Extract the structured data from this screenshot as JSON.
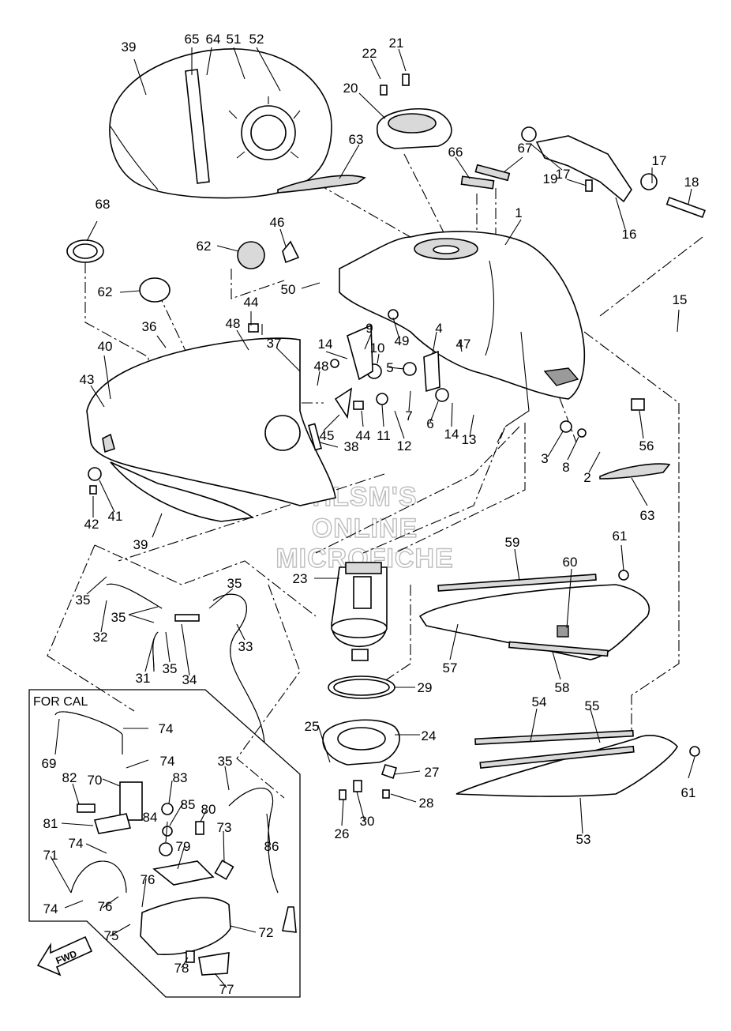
{
  "diagram": {
    "inset_label": "FOR CAL",
    "fwd_label": "FWD",
    "watermark": [
      "HLSM'S",
      "ONLINE",
      "MICROFICHE"
    ],
    "callouts": [
      {
        "num": "39"
      },
      {
        "num": "65"
      },
      {
        "num": "64"
      },
      {
        "num": "51"
      },
      {
        "num": "52"
      },
      {
        "num": "22"
      },
      {
        "num": "21"
      },
      {
        "num": "20"
      },
      {
        "num": "63"
      },
      {
        "num": "66"
      },
      {
        "num": "67"
      },
      {
        "num": "17"
      },
      {
        "num": "17"
      },
      {
        "num": "19"
      },
      {
        "num": "18"
      },
      {
        "num": "16"
      },
      {
        "num": "1"
      },
      {
        "num": "68"
      },
      {
        "num": "46"
      },
      {
        "num": "62"
      },
      {
        "num": "62"
      },
      {
        "num": "50"
      },
      {
        "num": "44"
      },
      {
        "num": "15"
      },
      {
        "num": "48"
      },
      {
        "num": "36"
      },
      {
        "num": "37"
      },
      {
        "num": "9"
      },
      {
        "num": "49"
      },
      {
        "num": "40"
      },
      {
        "num": "14"
      },
      {
        "num": "10"
      },
      {
        "num": "4"
      },
      {
        "num": "47"
      },
      {
        "num": "48"
      },
      {
        "num": "5"
      },
      {
        "num": "43"
      },
      {
        "num": "7"
      },
      {
        "num": "6"
      },
      {
        "num": "14"
      },
      {
        "num": "13"
      },
      {
        "num": "44"
      },
      {
        "num": "11"
      },
      {
        "num": "12"
      },
      {
        "num": "45"
      },
      {
        "num": "38"
      },
      {
        "num": "56"
      },
      {
        "num": "3"
      },
      {
        "num": "8"
      },
      {
        "num": "2"
      },
      {
        "num": "42"
      },
      {
        "num": "41"
      },
      {
        "num": "39"
      },
      {
        "num": "63"
      },
      {
        "num": "59"
      },
      {
        "num": "61"
      },
      {
        "num": "60"
      },
      {
        "num": "23"
      },
      {
        "num": "35"
      },
      {
        "num": "35"
      },
      {
        "num": "32"
      },
      {
        "num": "35"
      },
      {
        "num": "33"
      },
      {
        "num": "34"
      },
      {
        "num": "31"
      },
      {
        "num": "35"
      },
      {
        "num": "57"
      },
      {
        "num": "58"
      },
      {
        "num": "29"
      },
      {
        "num": "54"
      },
      {
        "num": "55"
      },
      {
        "num": "74"
      },
      {
        "num": "25"
      },
      {
        "num": "24"
      },
      {
        "num": "69"
      },
      {
        "num": "74"
      },
      {
        "num": "35"
      },
      {
        "num": "27"
      },
      {
        "num": "61"
      },
      {
        "num": "82"
      },
      {
        "num": "70"
      },
      {
        "num": "83"
      },
      {
        "num": "28"
      },
      {
        "num": "85"
      },
      {
        "num": "80"
      },
      {
        "num": "81"
      },
      {
        "num": "84"
      },
      {
        "num": "73"
      },
      {
        "num": "26"
      },
      {
        "num": "30"
      },
      {
        "num": "86"
      },
      {
        "num": "53"
      },
      {
        "num": "79"
      },
      {
        "num": "74"
      },
      {
        "num": "71"
      },
      {
        "num": "76"
      },
      {
        "num": "74"
      },
      {
        "num": "76"
      },
      {
        "num": "72"
      },
      {
        "num": "75"
      },
      {
        "num": "78"
      },
      {
        "num": "77"
      }
    ]
  }
}
